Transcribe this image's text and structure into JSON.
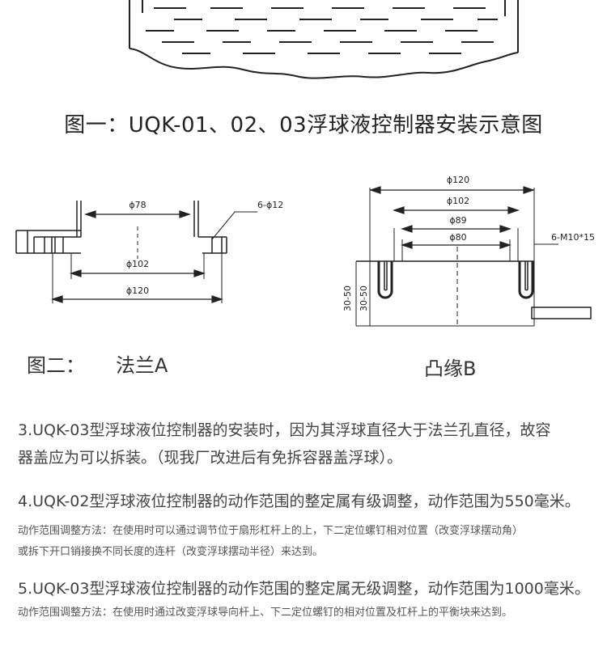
{
  "fig1": {
    "title": "图一：UQK-01、02、03浮球液控制器安装示意图"
  },
  "fig2": {
    "flange_a": {
      "caption_prefix": "图二：",
      "caption": "法兰A",
      "dims": {
        "d1": "ϕ78",
        "d2": "ϕ102",
        "d3": "ϕ120",
        "holes": "6-ϕ12"
      }
    },
    "boss_b": {
      "caption": "凸缘B",
      "dims": {
        "d1": "ϕ120",
        "d2": "ϕ102",
        "d3": "ϕ89",
        "d4": "ϕ80",
        "holes": "6-M10*15",
        "h1": "30-50",
        "h2": "30-50"
      }
    }
  },
  "notes": {
    "n3": {
      "line1": "3.UQK-03型浮球液位控制器的安装时，因为其浮球直径大于法兰孔直径，故容",
      "line2": "器盖应为可以拆装。（现我厂改进后有免拆容器盖浮球）。"
    },
    "n4": {
      "main": "4.UQK-02型浮球液位控制器的动作范围的整定属有级调整，动作范围为550毫米。",
      "method1": "动作范围调整方法：在使用时可以通过调节位于扇形杠杆上的上，下二定位螺钉相对位置（改变浮球摆动角）",
      "method2": "或拆下开口销接换不同长度的连杆（改变浮球摆动半径）来达到。"
    },
    "n5": {
      "main": "5.UQK-03型浮球液位控制器的动作范围的整定属无级调整，动作范围为1000毫米。",
      "method": "动作范围调整方法：在使用时通过改变浮球导向杆上、下二定位螺钉的相对位置及杠杆上的平衡块来达到。"
    }
  }
}
